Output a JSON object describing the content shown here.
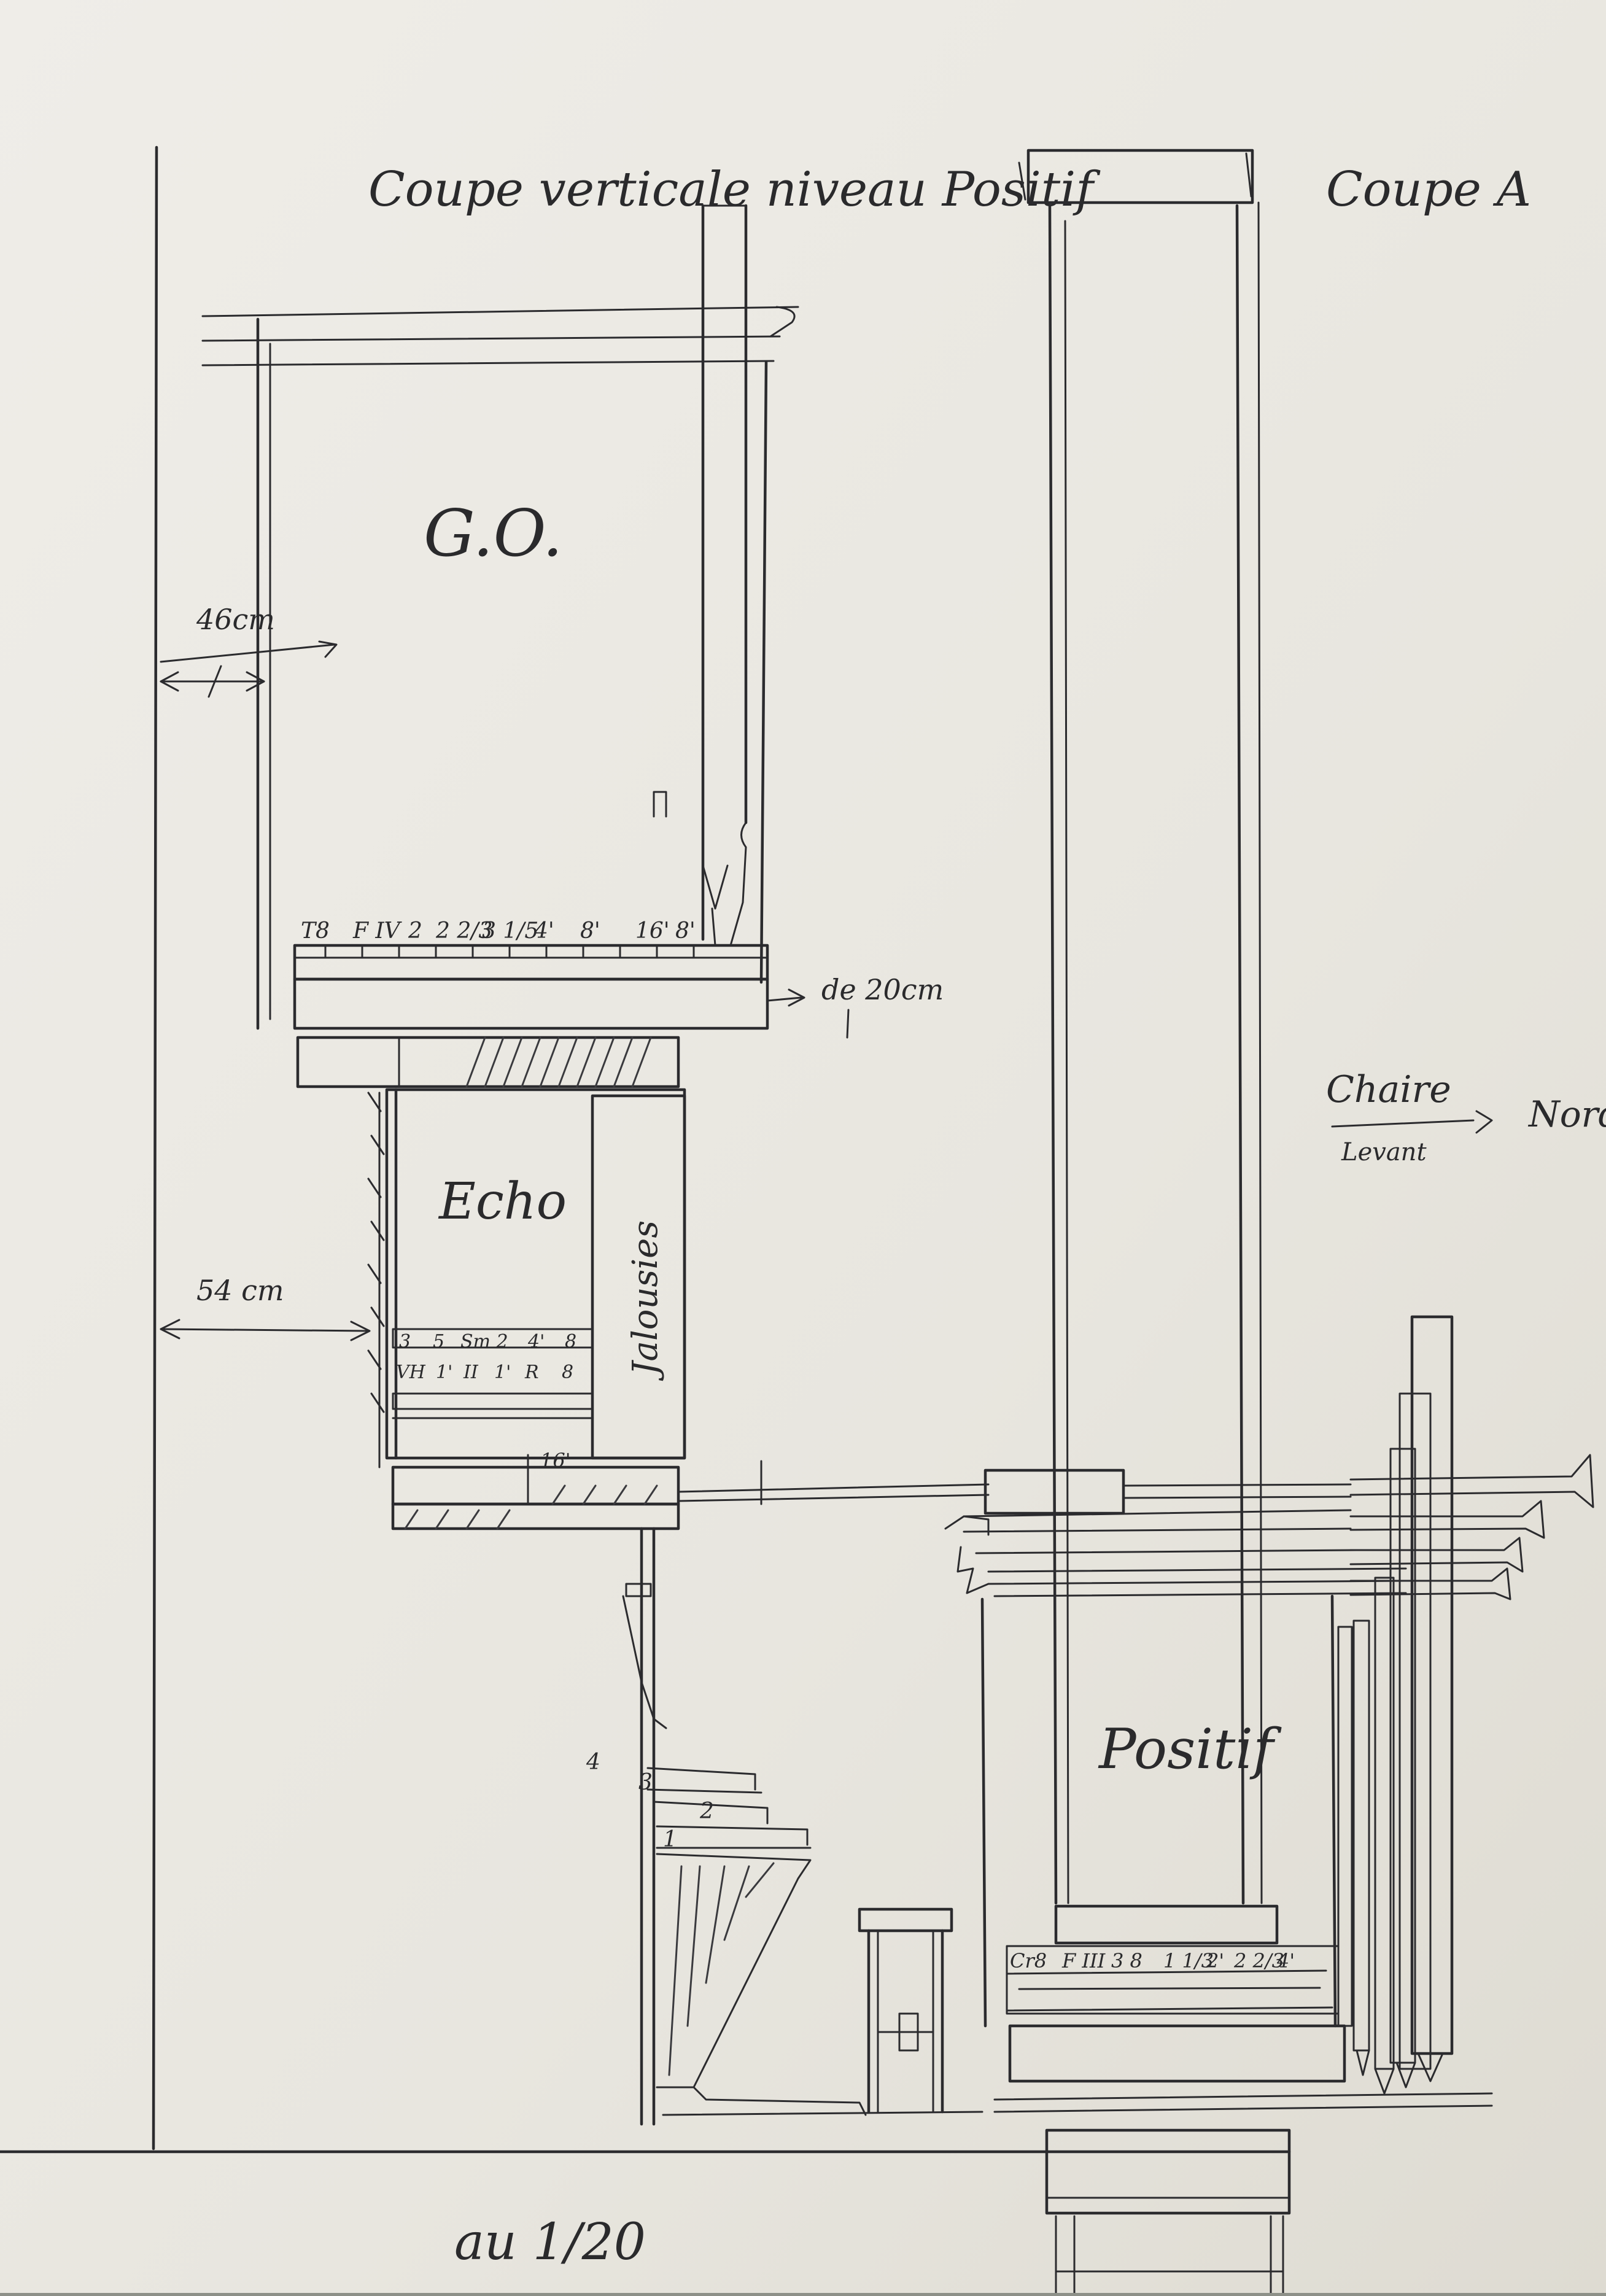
{
  "drawing": {
    "title": "Coupe verticale niveau Positif",
    "section_label": "Coupe A",
    "scale": "au 1/20",
    "paper_color": "#eceae4",
    "ink_color": "#2b2b2e",
    "labels": {
      "grand_orgue": "G.O.",
      "echo": "Echo",
      "jalousies": "Jalousies",
      "positif": "Positif",
      "chaire": "Chaire",
      "levant": "Levant",
      "nord": "Nord"
    },
    "dimensions": {
      "d46": "46cm",
      "d54": "54 cm",
      "d20": "de 20cm",
      "step_4": "4",
      "step_3": "3",
      "step_2": "2",
      "step_1": "1",
      "pedal_16": "16'"
    },
    "stops_grand_orgue": [
      "T8",
      "F IV",
      "2",
      "2 2/3",
      "3 1/5",
      "4'",
      "8'",
      "16'",
      "8'"
    ],
    "stops_echo_top": [
      "3",
      "5",
      "Sm 2",
      "4'",
      "8"
    ],
    "stops_echo_bottom": [
      "VH",
      "1'",
      "II",
      "1'",
      "R",
      "8"
    ],
    "stops_positif": [
      "Cr8",
      "F III",
      "3 8",
      "1 1/3",
      "2'",
      "2 2/3",
      "4'"
    ]
  }
}
